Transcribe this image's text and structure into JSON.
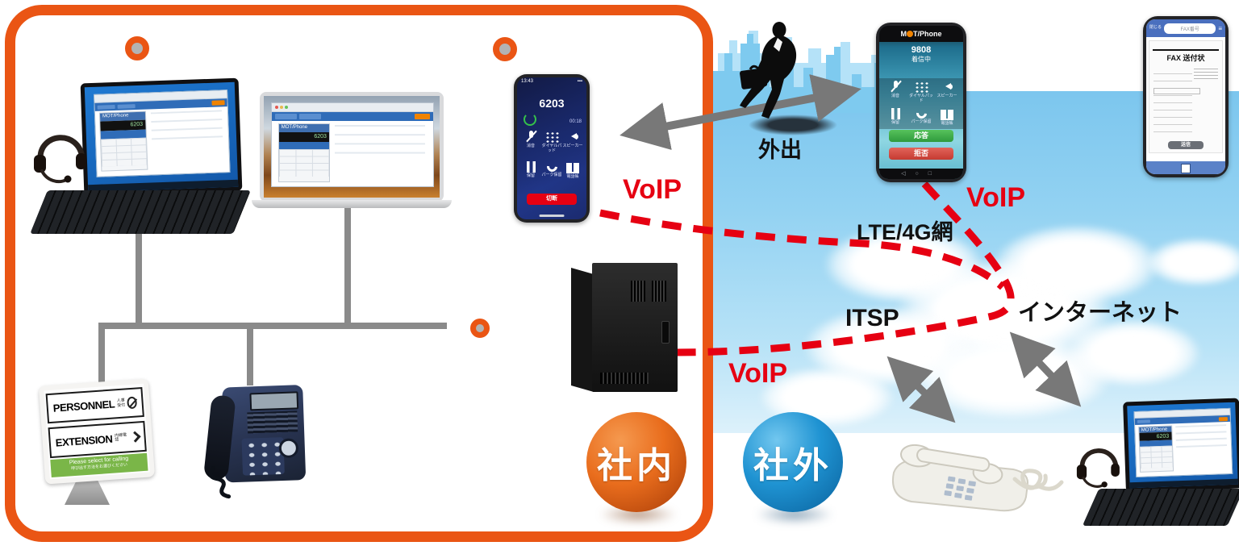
{
  "zones": {
    "inside_label": "社内",
    "outside_label": "社外"
  },
  "network": {
    "voip_internal_label": "VoIP",
    "voip_server_label": "VoIP",
    "voip_external_label": "VoIP",
    "lte_label": "LTE/4G網",
    "itsp_label": "ITSP",
    "internet_label": "インターネット",
    "walkout_label": "外出"
  },
  "call_icons": {
    "mute": "消音",
    "dialpad": "ダイヤルパッド",
    "speaker": "スピーカー",
    "hold": "保留",
    "transfer": "パーク保留",
    "phonebook": "電話帳"
  },
  "internal_smartphone": {
    "status_time": "13:43",
    "number": "6203",
    "duration": "00:18",
    "end_call_label": "切断"
  },
  "external_smartphone": {
    "brand_m": "M",
    "brand_rest": "T/Phone",
    "number": "9808",
    "status": "着信中",
    "answer_label": "応答",
    "decline_label": "拒否"
  },
  "fax_smartphone": {
    "close_label": "閉じる",
    "number_field": "FAX番号",
    "doc_title": "FAX 送付状",
    "send_label": "送信"
  },
  "softphone_window": {
    "app_title": "MOT/Phone",
    "extension": "6203"
  },
  "reception_tablet": {
    "personnel_en": "PERSONNEL",
    "personnel_jp": "人事受付",
    "extension_en": "EXTENSION",
    "extension_jp": "内線電話",
    "banner_en": "Please select for calling",
    "banner_jp": "呼び出す方法をお選びください"
  },
  "colors": {
    "accent_orange": "#ea5514",
    "voip_red": "#e60012",
    "sky_blue": "#7cc6ee",
    "inside_sphere": "#c2490d",
    "outside_sphere": "#0e76b4",
    "lan_gray": "#8a8a8a"
  }
}
